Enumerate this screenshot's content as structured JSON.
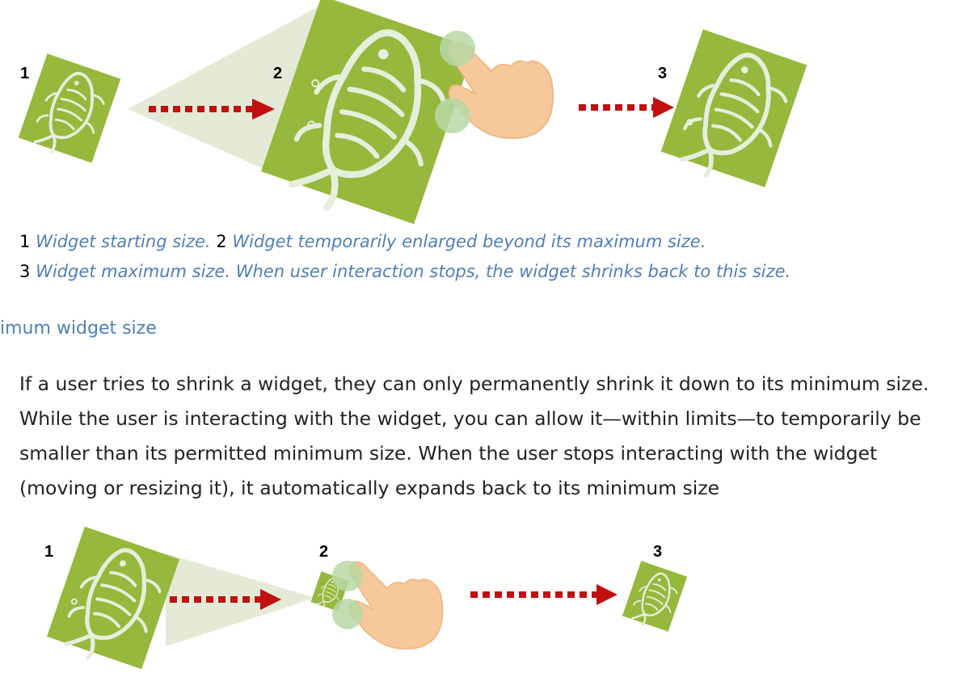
{
  "figure_top": {
    "labels": [
      "1",
      "2",
      "3"
    ]
  },
  "captions": {
    "line1": {
      "n1": "1",
      "t1": "Widget starting size.",
      "n2": "2",
      "t2": "Widget temporarily enlarged beyond its maximum size."
    },
    "line2": {
      "n3": "3",
      "t3": "Widget maximum size. When user interaction stops, the widget shrinks back to this size."
    }
  },
  "section": {
    "heading": "imum widget size",
    "paragraph": "If a user tries to shrink a widget, they can only permanently shrink it down to its minimum size. While the user is interacting with the widget, you can allow it—within limits—to temporarily be smaller than its permitted minimum size. When the user stops interacting with the widget (moving or resizing it), it automatically expands back to its minimum size"
  },
  "figure_bottom": {
    "labels": [
      "1",
      "2",
      "3"
    ]
  },
  "colors": {
    "widget_green": "#96b83c",
    "fish_light": "#e6eedc",
    "projection": "#e4ead6",
    "arrow_red": "#c01010",
    "hand_skin": "#f7c89a",
    "fingertip": "#b8d8a6",
    "caption_blue": "#4f7fb8"
  }
}
